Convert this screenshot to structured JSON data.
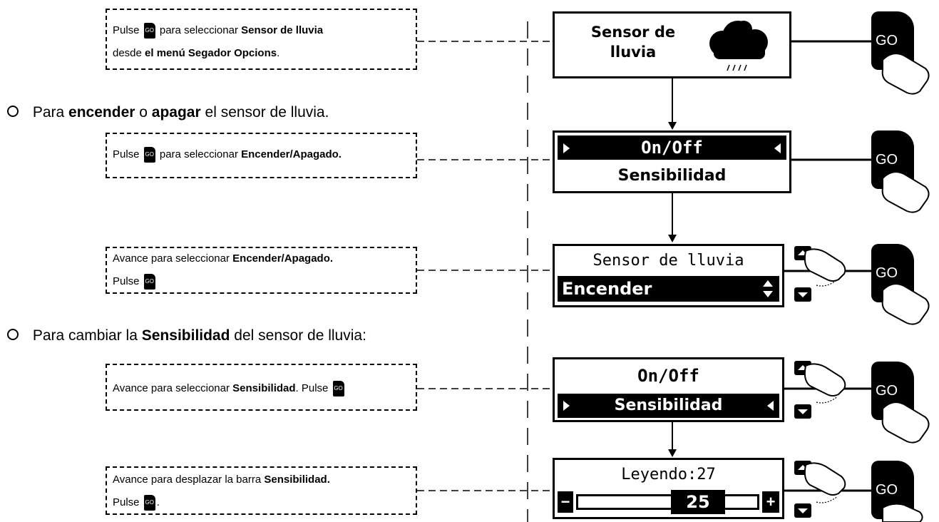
{
  "intro": {
    "t1": "Pulse",
    "t2": "para seleccionar",
    "t3": "Sensor de lluvia",
    "t4": "desde",
    "t5": "el menú Segador Opcions",
    "t6": "."
  },
  "bullet1": {
    "t1": "Para",
    "t2": "encender",
    "t3": "o",
    "t4": "apagar",
    "t5": "el sensor de lluvia."
  },
  "step1": {
    "t1": "Pulse",
    "t2": "para seleccionar",
    "t3": "Encender/Apagado."
  },
  "step2": {
    "t1": "Avance para seleccionar",
    "t2": "Encender/Apagado.",
    "t3": "Pulse"
  },
  "bullet2": {
    "t1": "Para cambiar la",
    "t2": "Sensibilidad",
    "t3": "del sensor de lluvia:"
  },
  "step3": {
    "t1": "Avance para seleccionar",
    "t2": "Sensibilidad",
    "t3": ". Pulse"
  },
  "step4": {
    "t1": "Avance para desplazar la barra",
    "t2": "Sensibilidad.",
    "t3": "Pulse",
    "t4": "."
  },
  "go_label": "GO",
  "screen1": {
    "line1": "Sensor de",
    "line2": "lluvia"
  },
  "screen2": {
    "line1": "On/Off",
    "line2": "Sensibilidad"
  },
  "screen3": {
    "line1": "Sensor de lluvia",
    "line2": "Encender"
  },
  "screen4": {
    "line1": "On/Off",
    "line2": "Sensibilidad"
  },
  "screen5": {
    "line1": "Leyendo:27",
    "value": "25",
    "minus": "−",
    "plus": "+"
  },
  "icons": [
    "rain-cloud-icon",
    "pointing-hand-icon",
    "up-arrow-icon",
    "down-arrow-icon",
    "go-button-icon"
  ]
}
